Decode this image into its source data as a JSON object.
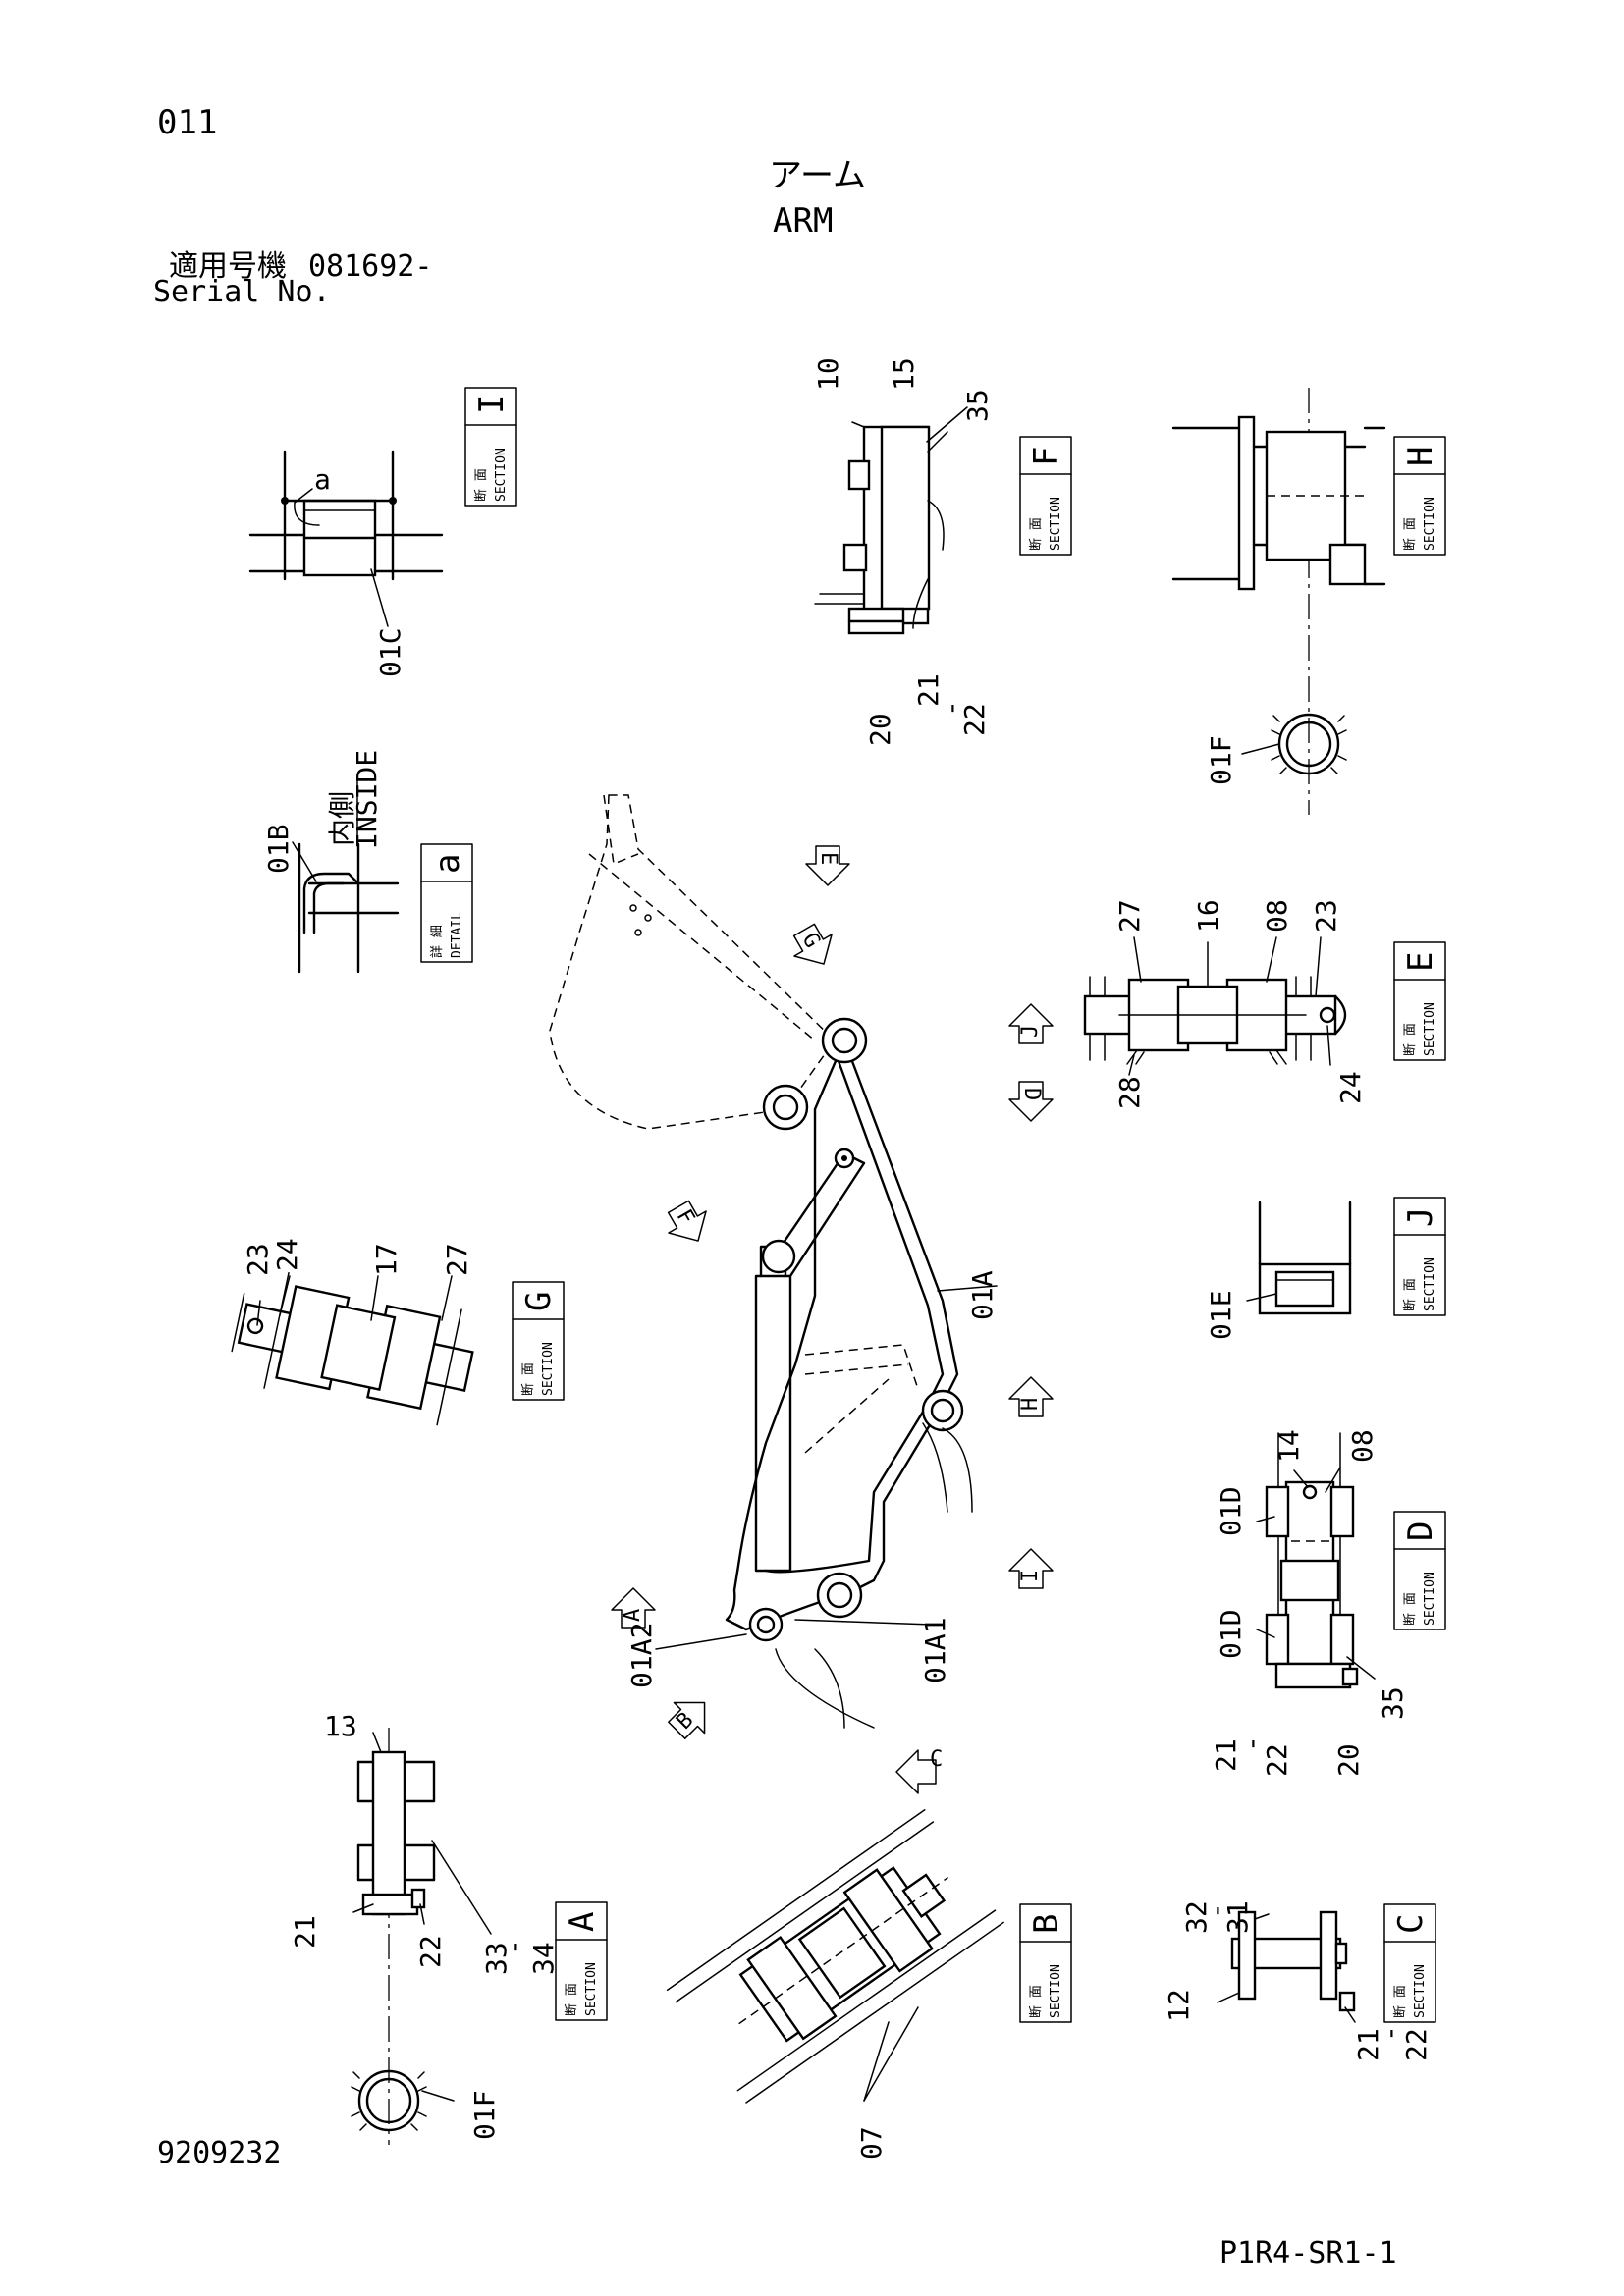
{
  "header": {
    "page_no": "011",
    "title_jp": "アーム",
    "title_en": "ARM",
    "serial_label_jp": "適用号機",
    "serial_value": "081692-",
    "serial_label_en": "Serial No."
  },
  "footer": {
    "drawing_no": "9209232",
    "code": "P1R4-SR1-1"
  },
  "section_words": {
    "jp": "断 面",
    "en": "SECTION",
    "detail_jp": "詳 細",
    "detail_en": "DETAIL",
    "inside_jp": "内側",
    "inside_en": "INSIDE"
  },
  "sections": [
    "I",
    "F",
    "H",
    "a",
    "E",
    "J",
    "G",
    "D",
    "A",
    "B",
    "C"
  ],
  "view_markers": [
    "E",
    "G",
    "F",
    "J",
    "D",
    "H",
    "I",
    "A",
    "B",
    "C"
  ],
  "part_numbers": {
    "arm": "01A",
    "arm_a1": "01A1",
    "arm_a2": "01A2",
    "b01": "01B",
    "c01": "01C",
    "d01_top": "01D",
    "d01_bottom": "01D",
    "e01": "01E",
    "f01_h": "01F",
    "f01_a": "01F",
    "p07": "07",
    "p08_e": "08",
    "p08_d": "08",
    "p10": "10",
    "p12": "12",
    "p13": "13",
    "p14": "14",
    "p15": "15",
    "p16": "16",
    "p17": "17",
    "p20_f": "20",
    "p20_d": "20",
    "p21_f": "21",
    "p21_a": "21",
    "p21_d": "21",
    "p21_c": "21",
    "p22_f": "22",
    "p22_a": "22",
    "p22_d": "22",
    "p22_c": "22",
    "p23_e": "23",
    "p23_g": "23",
    "p24_e": "24",
    "p24_g": "24",
    "p27_e": "27",
    "p27_g": "27",
    "p28": "28",
    "p31": "31",
    "p32": "32",
    "p33": "33",
    "p34": "34",
    "p35_f": "35",
    "p35_d": "35",
    "detail_a": "a"
  },
  "range_dash": "-"
}
